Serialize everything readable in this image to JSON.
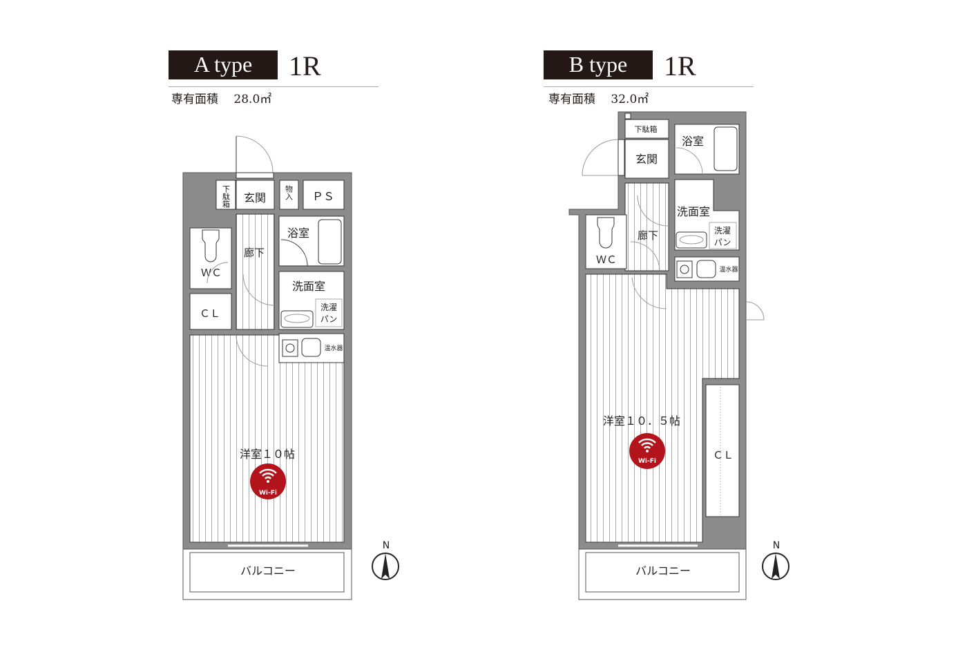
{
  "plans": [
    {
      "type_label": "A type",
      "layout": "1R",
      "area_label": "専有面積",
      "area_value": "28.0㎡",
      "rooms": {
        "shoe_box": "下駄箱",
        "entrance": "玄関",
        "storage": "物入",
        "ps": "ＰＳ",
        "bath": "浴室",
        "wc": "ＷＣ",
        "hall": "廊下",
        "closet": "ＣＬ",
        "washroom": "洗面室",
        "laundry_pan_1": "洗濯",
        "laundry_pan_2": "パン",
        "water_heater": "温水器",
        "main_room": "洋室１０帖",
        "balcony": "バルコニー"
      },
      "wifi": "Wi-Fi",
      "compass": "N"
    },
    {
      "type_label": "B type",
      "layout": "1R",
      "area_label": "専有面積",
      "area_value": "32.0㎡",
      "rooms": {
        "shoe_box": "下駄箱",
        "entrance": "玄関",
        "bath": "浴室",
        "washroom": "洗面室",
        "laundry_pan_1": "洗濯",
        "laundry_pan_2": "パン",
        "hall": "廊下",
        "wc": "ＷＣ",
        "water_heater": "温水器",
        "main_room": "洋室１０．５帖",
        "closet": "ＣＬ",
        "balcony": "バルコニー"
      },
      "wifi": "Wi-Fi",
      "compass": "N"
    }
  ],
  "colors": {
    "wall": "#8c8c8c",
    "header": "#231815",
    "wifi": "#b3141c"
  }
}
